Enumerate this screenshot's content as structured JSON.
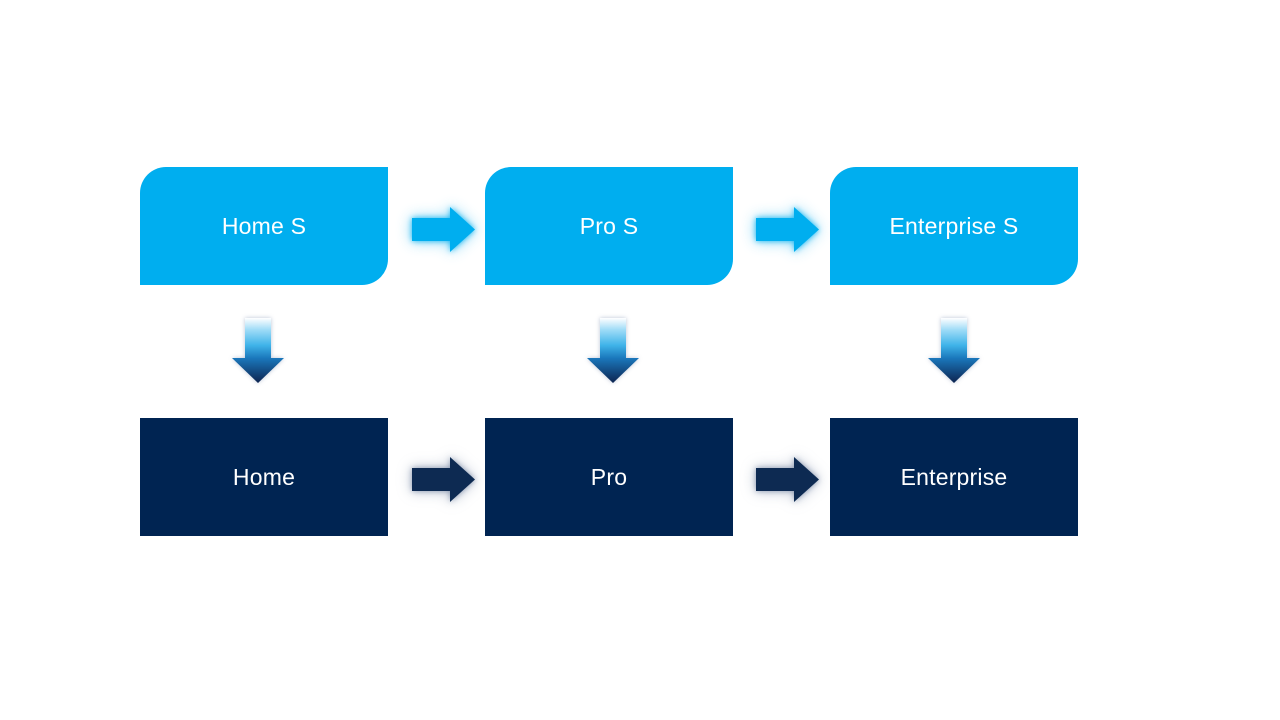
{
  "top_row": [
    {
      "label": "Home S"
    },
    {
      "label": "Pro S"
    },
    {
      "label": "Enterprise S"
    }
  ],
  "bottom_row": [
    {
      "label": "Home"
    },
    {
      "label": "Pro"
    },
    {
      "label": "Enterprise"
    }
  ],
  "connectors": {
    "horizontal_icon": "right-arrow",
    "vertical_icon": "down-arrow"
  },
  "colors": {
    "background": "#ffffff",
    "top_box_fill": "#00aeef",
    "bottom_box_fill": "#002452",
    "text": "#ffffff",
    "top_arrow_fill": "#00aeef",
    "bottom_arrow_fill": "#0d2a52",
    "down_arrow_gradient_top": "#ffffff",
    "down_arrow_gradient_light": "#9fdcf7",
    "down_arrow_gradient_mid": "#3fb3e9",
    "down_arrow_gradient_deep": "#1a77bb",
    "down_arrow_gradient_bottom": "#0d2450"
  }
}
